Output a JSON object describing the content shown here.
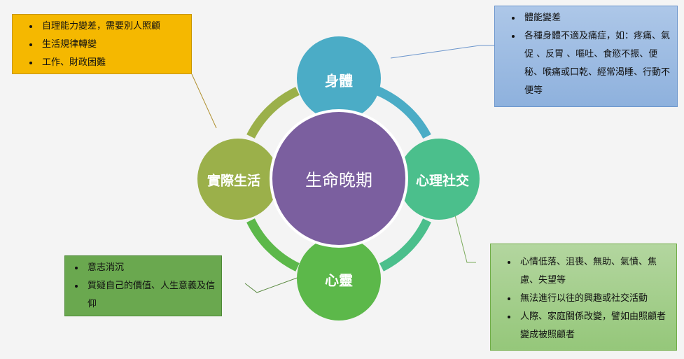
{
  "center": {
    "label": "生命晚期"
  },
  "nodes": {
    "top": {
      "label": "身體"
    },
    "right": {
      "label": "心理社交"
    },
    "bottom": {
      "label": "心靈"
    },
    "left": {
      "label": "實際生活"
    }
  },
  "boxes": {
    "practical": {
      "items": [
        "自理能力變差，需要別人照顧",
        "生活規律轉變",
        "工作、財政困難"
      ]
    },
    "physical": {
      "items": [
        "體能變差",
        "各種身體不適及痛症，如：疼痛、氣促 、反胃 、嘔吐、食慾不振、便秘、喉痛或口乾、經常渴睡、行動不便等"
      ]
    },
    "psychosocial": {
      "items": [
        "心情低落、沮喪、無助、氣憤、焦慮、失望等",
        "無法進行以往的興趣或社交活動",
        "人際、家庭關係改變，譬如由照顧者變成被照顧者"
      ]
    },
    "spiritual": {
      "items": [
        "意志消沉",
        "質疑自己的價值、人生意義及信仰"
      ]
    }
  },
  "colors": {
    "top": "#4bacc6",
    "right": "#4bbf8c",
    "bottom": "#5cb84a",
    "left": "#9bb04a",
    "center": "#7b5f9f"
  }
}
